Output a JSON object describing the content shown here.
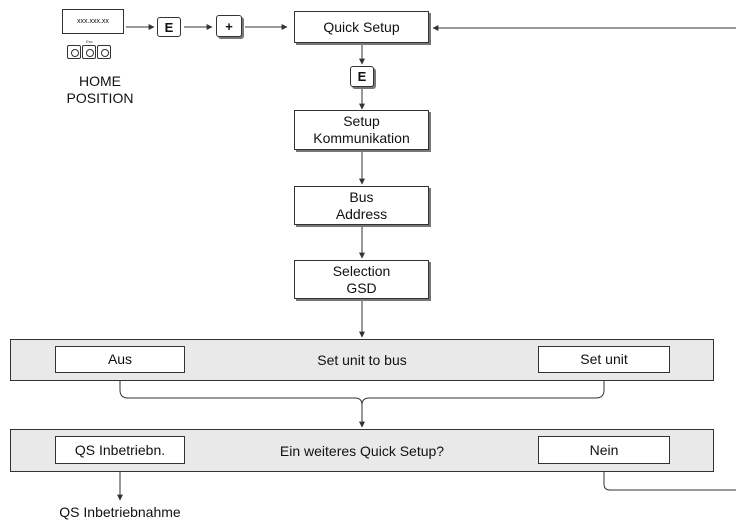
{
  "home": {
    "display_text": "xxx.xxx.xx",
    "esc_label": "Esc",
    "position_label": [
      "HOME",
      "POSITION"
    ]
  },
  "keys": {
    "e_key": "E",
    "plus_key": "+"
  },
  "flow": {
    "quick_setup": "Quick Setup",
    "setup_kommunikation": [
      "Setup",
      "Kommunikation"
    ],
    "bus_address": [
      "Bus",
      "Address"
    ],
    "selection_gsd": [
      "Selection",
      "GSD"
    ]
  },
  "row_set_unit": {
    "left": "Aus",
    "center": "Set unit to bus",
    "right": "Set unit"
  },
  "row_quick_setup": {
    "left": "QS Inbetriebn.",
    "center": "Ein weiteres Quick Setup?",
    "right": "Nein"
  },
  "qs_inbetriebnahme": "QS Inbetriebnahme",
  "colors": {
    "band_fill": "#e9e9e9",
    "line": "#333333"
  }
}
